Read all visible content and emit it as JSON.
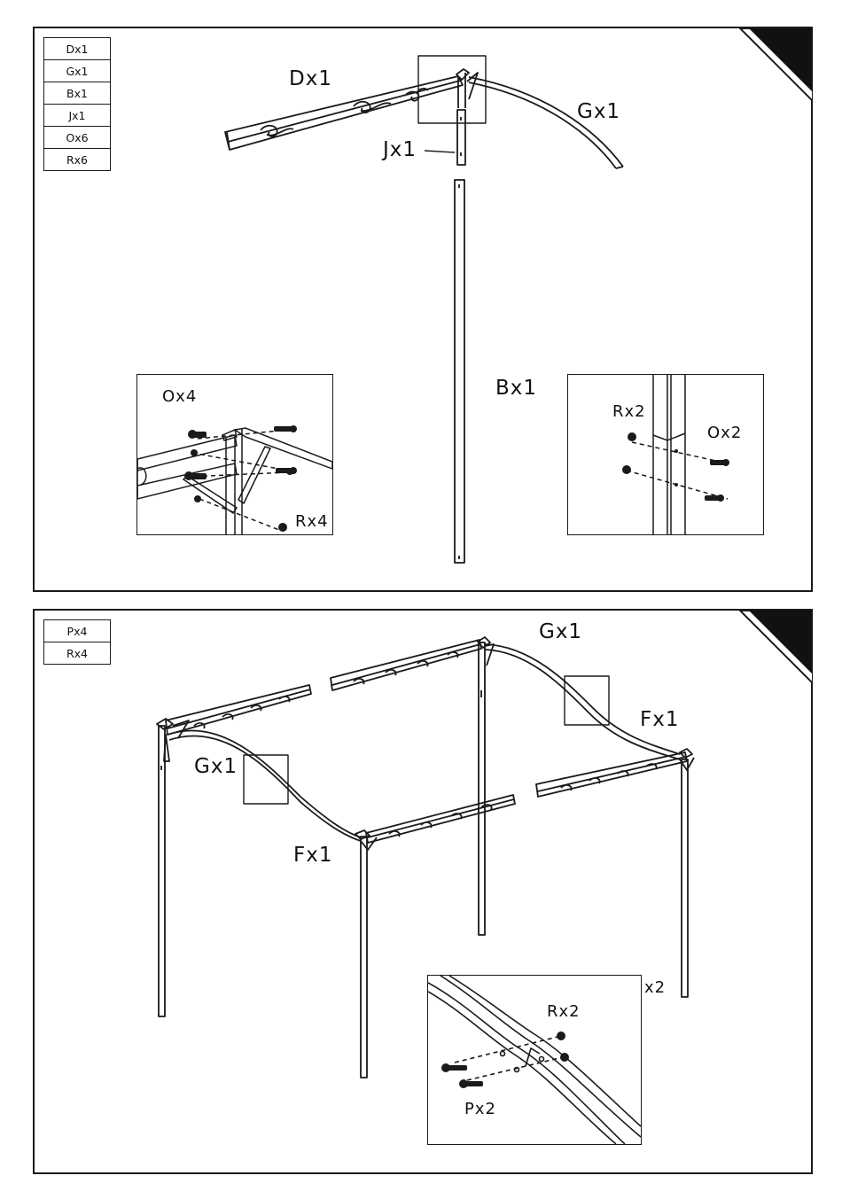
{
  "step1": {
    "parts": [
      "Dx1",
      "Gx1",
      "Bx1",
      "Jx1",
      "Ox6",
      "Rx6"
    ],
    "labels": {
      "d": "Dx1",
      "g": "Gx1",
      "j": "Jx1",
      "b": "Bx1"
    },
    "inset_left": {
      "o": "Ox4",
      "r": "Rx4"
    },
    "inset_right": {
      "r": "Rx2",
      "o": "Ox2"
    }
  },
  "step2": {
    "parts": [
      "Px4",
      "Rx4"
    ],
    "labels": {
      "g_top": "Gx1",
      "f_right": "Fx1",
      "g_left": "Gx1",
      "f_left": "Fx1"
    },
    "inset": {
      "r": "Rx2",
      "p": "Px2",
      "multiplier": "x2"
    }
  },
  "colors": {
    "line": "#1a1a1a",
    "corner": "#111111"
  }
}
